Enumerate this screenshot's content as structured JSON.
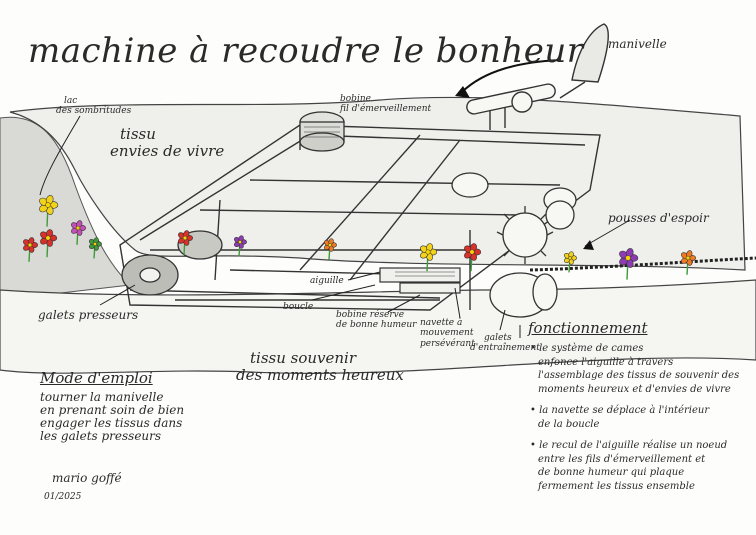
{
  "title": "machine à recoudre le bonheur",
  "labels": {
    "manivelle": "manivelle",
    "bobine": [
      "bobine",
      "fil d'émerveillement"
    ],
    "lac": [
      "lac",
      "des sombritudes"
    ],
    "tissu_envies": [
      "tissu",
      "envies de vivre"
    ],
    "pousses": "pousses d'espoir",
    "aiguille": "aiguille",
    "boucle": "boucle",
    "bobine_reserve": [
      "bobine réserve",
      "de bonne humeur"
    ],
    "navette": [
      "navette à",
      "mouvement",
      "persévérant"
    ],
    "galets_entrainement": [
      "galets",
      "d'entraînement"
    ],
    "galets_presseurs": "galets presseurs",
    "tissu_souvenir": [
      "tissu souvenir",
      "des moments heureux"
    ]
  },
  "mode_emploi": {
    "heading": "Mode d'emploi",
    "lines": [
      "tourner la manivelle",
      "en prenant soin de bien",
      "engager les tissus dans",
      "les galets presseurs"
    ]
  },
  "fonctionnement": {
    "heading": "fonctionnement",
    "items": [
      [
        "le système de cames",
        "enfonce l'aiguille à travers",
        "l'assemblage des tissus de souvenir des",
        "moments heureux et d'envies de vivre"
      ],
      [
        "la navette se déplace à l'intérieur",
        "de la boucle"
      ],
      [
        "le recul de l'aiguille réalise un noeud",
        "entre les fils d'émerveillement et",
        "de bonne humeur qui plaque",
        "fermement les tissus ensemble"
      ]
    ]
  },
  "signature": {
    "name": "mario goffé",
    "date": "01/2025"
  },
  "colors": {
    "ink": "#2a2a2a",
    "shade": "#d8d8d4",
    "red": "#d8312a",
    "yellow": "#f2d21a",
    "purple": "#8d3bb3",
    "orange": "#ef7a22",
    "green": "#3f9a3a"
  },
  "flowers": [
    {
      "color": "#f2d21a"
    },
    {
      "color": "#d8312a"
    },
    {
      "color": "#c44fb8"
    },
    {
      "color": "#d8312a"
    },
    {
      "color": "#3f9a3a"
    },
    {
      "color": "#d8312a"
    },
    {
      "color": "#8d3bb3"
    },
    {
      "color": "#ef7a22"
    },
    {
      "color": "#f2d21a"
    },
    {
      "color": "#d8312a"
    },
    {
      "color": "#f2d21a"
    },
    {
      "color": "#8d3bb3"
    },
    {
      "color": "#ef7a22"
    }
  ]
}
